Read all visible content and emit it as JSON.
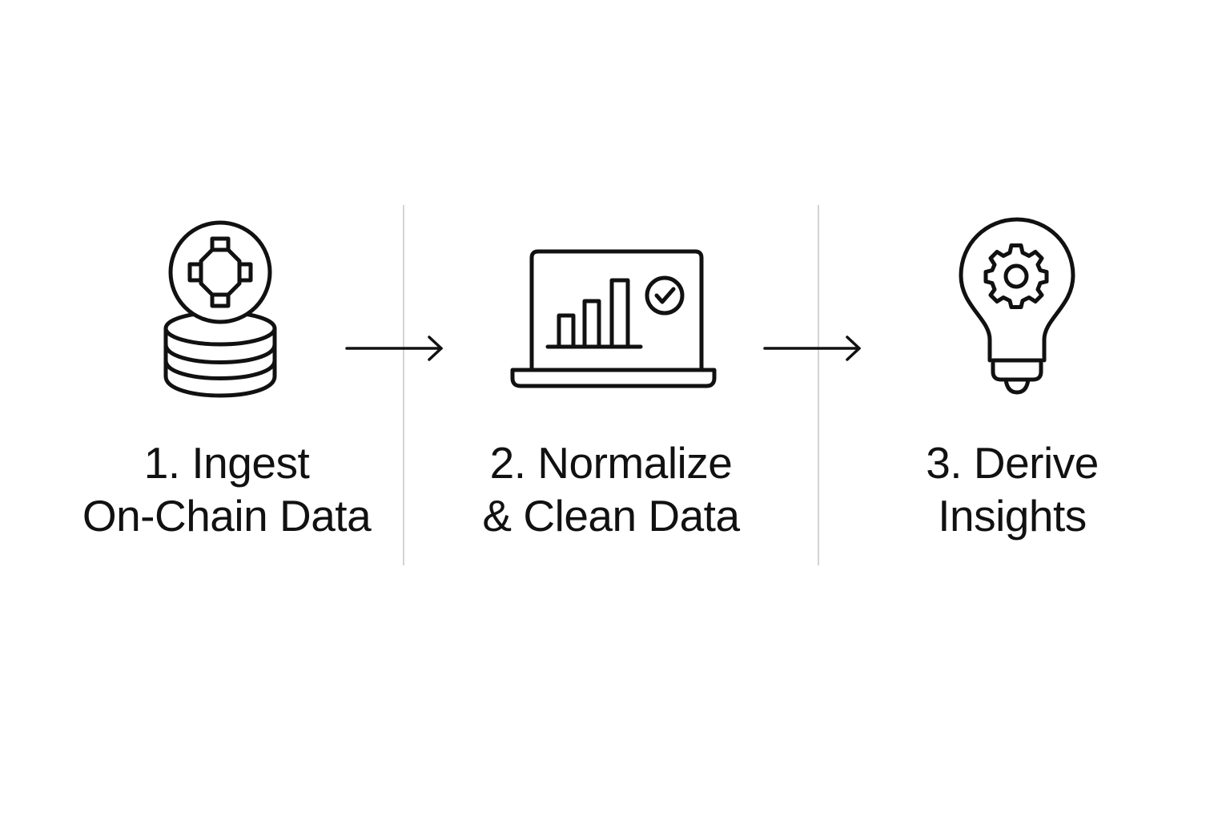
{
  "steps": [
    {
      "icon": "coin-database-icon",
      "line1": "1. Ingest",
      "line2": "On-Chain Data"
    },
    {
      "icon": "laptop-chart-check-icon",
      "line1": "2. Normalize",
      "line2": "& Clean Data"
    },
    {
      "icon": "lightbulb-gear-icon",
      "line1": "3. Derive",
      "line2": "Insights"
    }
  ],
  "colors": {
    "stroke": "#111111",
    "divider": "#d4d4d4",
    "background": "#ffffff"
  }
}
